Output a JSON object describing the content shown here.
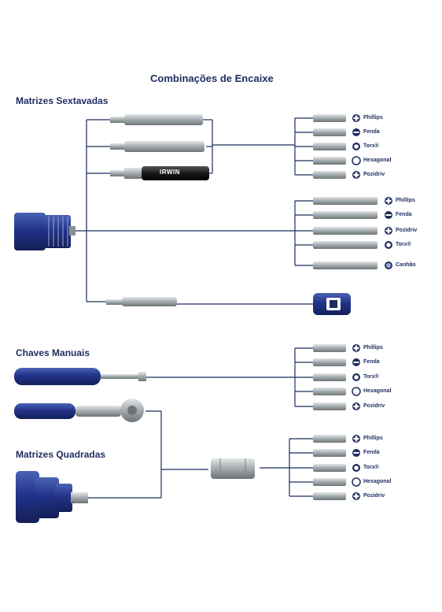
{
  "title": "Combinações de Encaixe",
  "sections": {
    "hex": "Matrizes Sextavadas",
    "manual": "Chaves Manuais",
    "square": "Matrizes Quadradas"
  },
  "brand": "IRWIN",
  "groups": [
    {
      "id": "g1",
      "labels": [
        "Phillips",
        "Fenda",
        "Torx®",
        "Hexagonal",
        "Pozidriv"
      ]
    },
    {
      "id": "g2",
      "labels": [
        "Phillips",
        "Fenda",
        "Pozidriv",
        "Torx®",
        "Canhão"
      ]
    },
    {
      "id": "g3",
      "labels": [
        "Phillips",
        "Fenda",
        "Torx®",
        "Hexagonal",
        "Pozidriv"
      ]
    },
    {
      "id": "g4",
      "labels": [
        "Phillips",
        "Fenda",
        "Torx®",
        "Hexagonal",
        "Pozidriv"
      ]
    }
  ],
  "icons": {
    "phillips": "phillips-icon",
    "fenda": "slot-icon",
    "torx": "torx-icon",
    "hexagonal": "hex-icon",
    "pozidriv": "pozidriv-icon",
    "canhao": "nut-icon"
  },
  "colors": {
    "navy": "#1f2c5f",
    "blue": "#2a3c86",
    "steel": "#9aa1a4"
  }
}
